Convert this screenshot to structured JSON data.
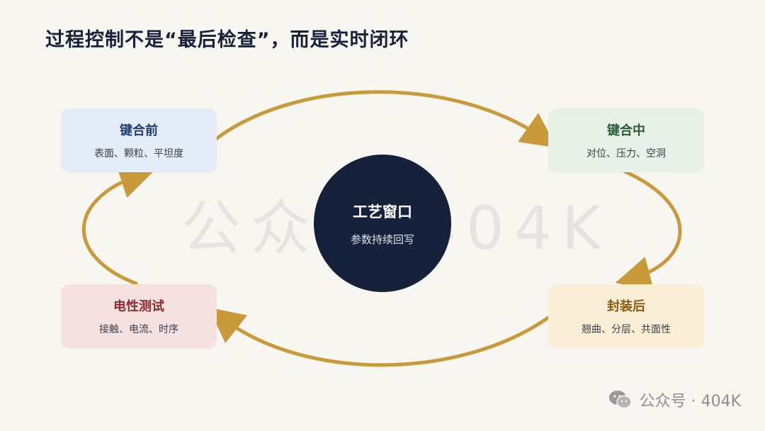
{
  "title": "过程控制不是“最后检查”，而是实时闭环",
  "center": {
    "title": "工艺窗口",
    "subtitle": "参数持续回写"
  },
  "nodes": {
    "pre_bond": {
      "title": "键合前",
      "subtitle": "表面、颗粒、平坦度"
    },
    "bonding": {
      "title": "键合中",
      "subtitle": "对位、压力、空洞"
    },
    "electrical_test": {
      "title": "电性测试",
      "subtitle": "接触、电流、时序"
    },
    "packaging": {
      "title": "封装后",
      "subtitle": "翘曲、分层、共面性"
    }
  },
  "watermark": {
    "text": "公众号 · 404K",
    "center_text": "公众号·404K"
  },
  "colors": {
    "arrow": "#c89a3a",
    "center": "#16213b",
    "title": "#17213a"
  }
}
